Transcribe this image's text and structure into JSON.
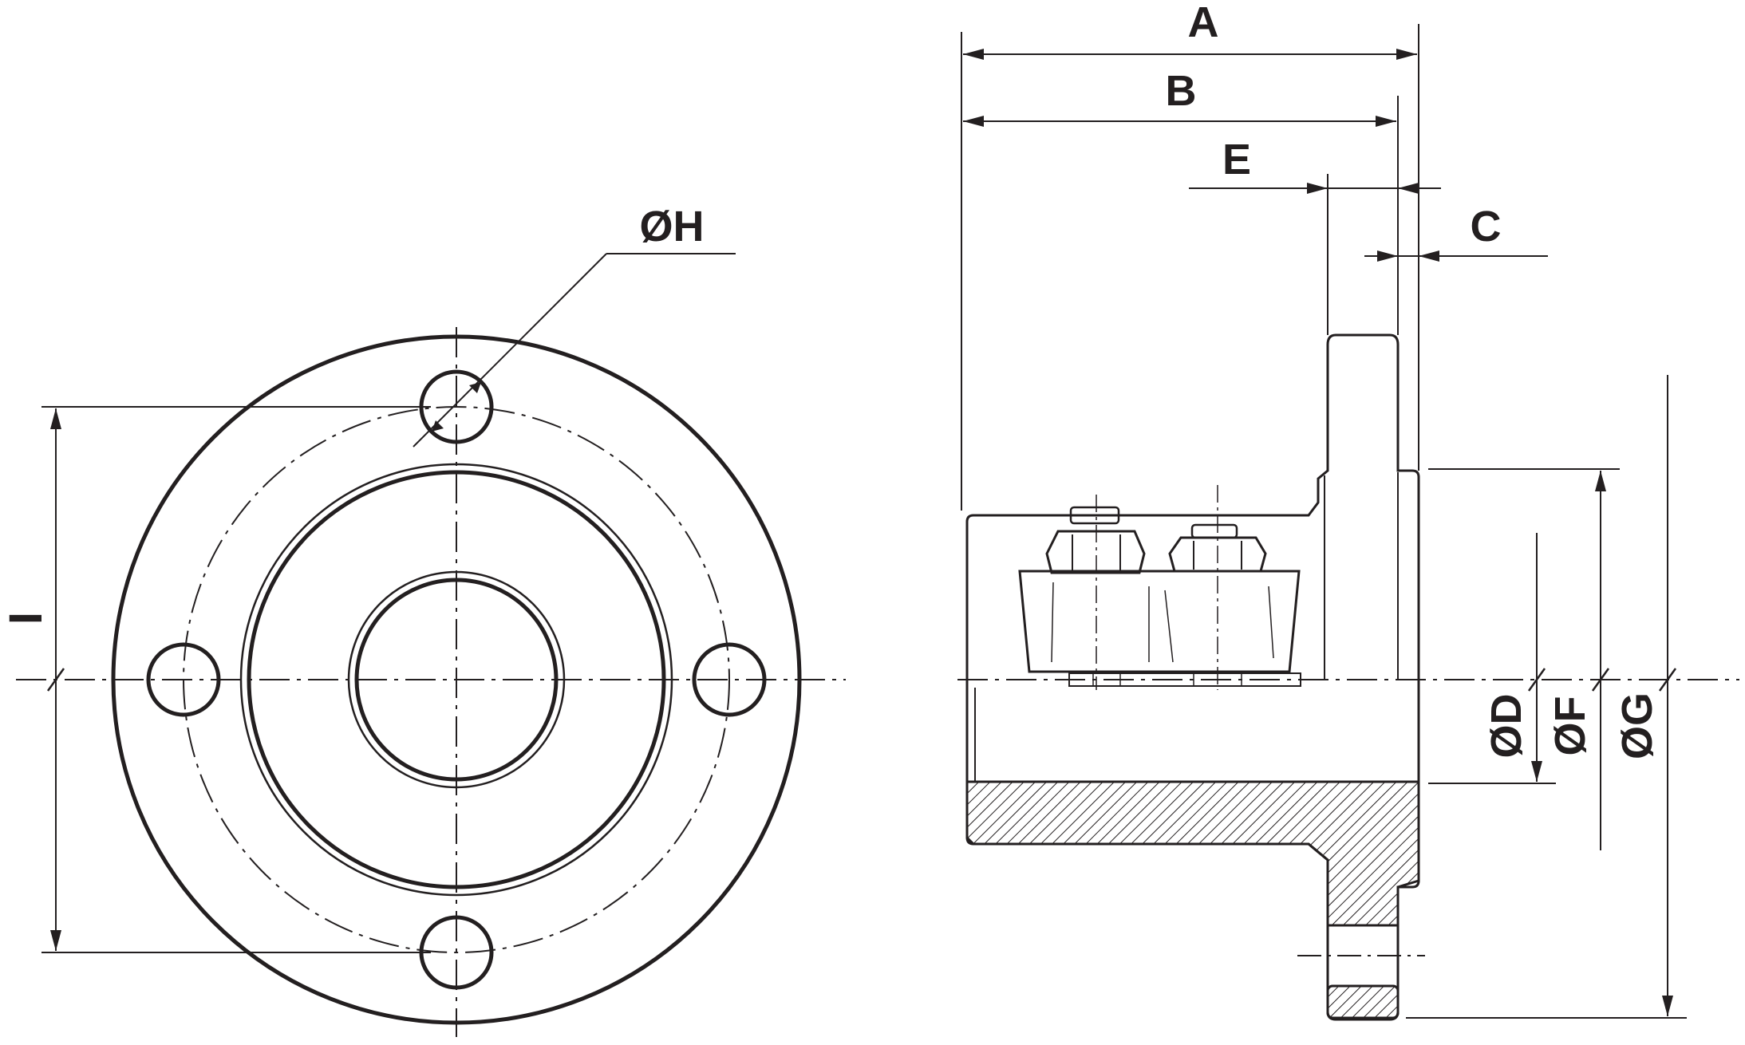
{
  "labels": {
    "A": "A",
    "B": "B",
    "E": "E",
    "C": "C",
    "H": "ØH",
    "I": "I",
    "D": "ØD",
    "F": "ØF",
    "G": "ØG"
  },
  "colors": {
    "line": "#231f20",
    "background": "#ffffff"
  }
}
